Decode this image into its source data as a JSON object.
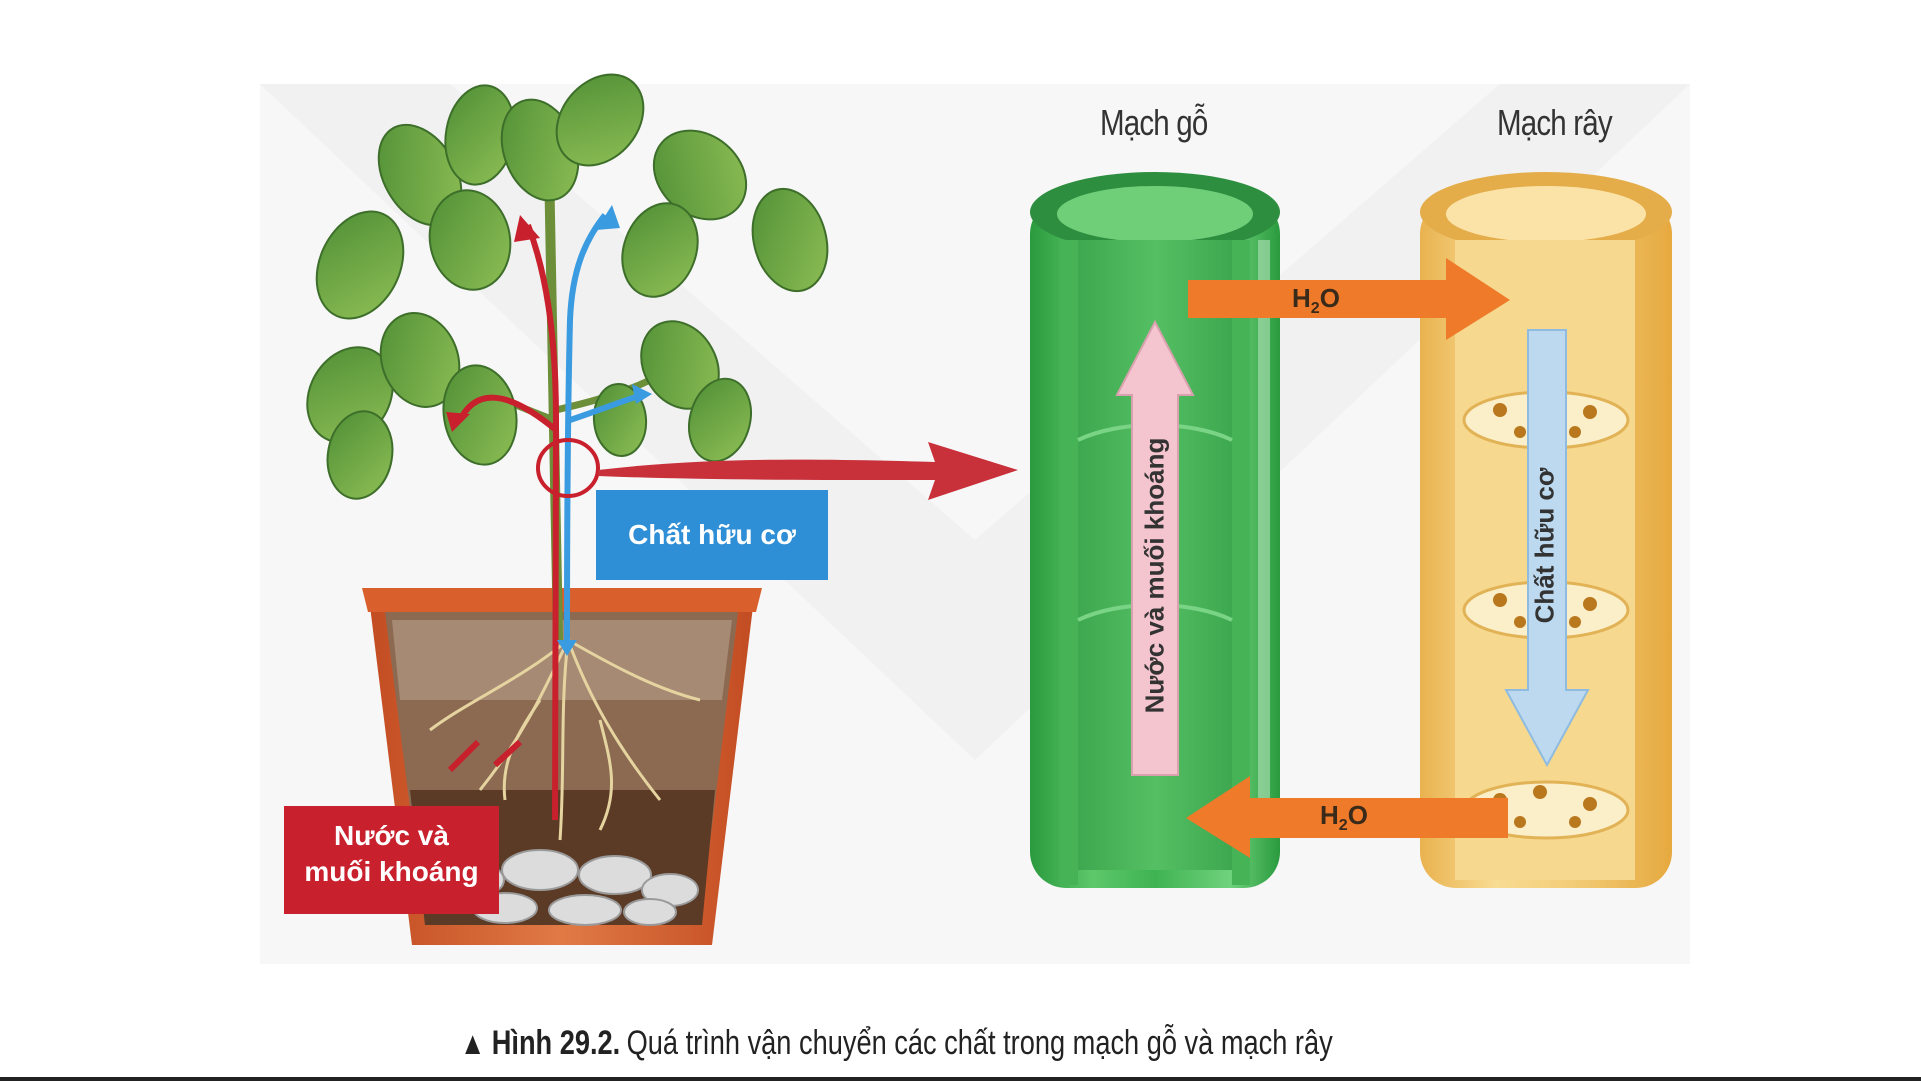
{
  "labels": {
    "xylem_title": "Mạch gỗ",
    "phloem_title": "Mạch rây",
    "organic_box": "Chất hữu cơ",
    "water_box_line1": "Nước và",
    "water_box_line2": "muối khoáng",
    "xylem_flow": "Nước và muối khoáng",
    "phloem_flow": "Chất hữu cơ",
    "h2o_top": "H",
    "h2o_top_sub": "2",
    "h2o_top_o": "O",
    "h2o_bottom": "H",
    "h2o_bottom_sub": "2",
    "h2o_bottom_o": "O"
  },
  "caption": {
    "marker": "▲",
    "figure": "Hình 29.2.",
    "text": "Quá trình vận chuyển các chất trong mạch gỗ và mạch rây"
  },
  "colors": {
    "water_red": "#c8202c",
    "organic_blue": "#2f8fd6",
    "xylem_green": "#34b04a",
    "phloem_yellow": "#f3cf7a",
    "h2o_orange": "#ee7a2a",
    "pot_orange": "#d9602c"
  }
}
